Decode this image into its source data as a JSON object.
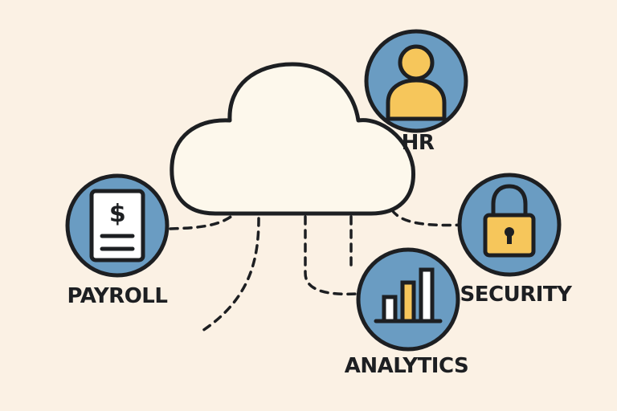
{
  "diagram": {
    "center": {
      "icon": "cloud-icon"
    },
    "nodes": [
      {
        "id": "hr",
        "label": "HR",
        "icon": "person-icon"
      },
      {
        "id": "payroll",
        "label": "PAYROLL",
        "icon": "pay-slip-icon",
        "glyph": "$"
      },
      {
        "id": "analytics",
        "label": "ANALYTICS",
        "icon": "bar-chart-icon"
      },
      {
        "id": "security",
        "label": "SECURITY",
        "icon": "padlock-icon"
      }
    ],
    "colors": {
      "background": "#fbf1e4",
      "circle_fill": "#6a9cc2",
      "icon_yellow": "#f6c65b",
      "cloud_fill": "#fdf8ec",
      "ink": "#1d1f22",
      "paper": "#ffffff"
    }
  }
}
